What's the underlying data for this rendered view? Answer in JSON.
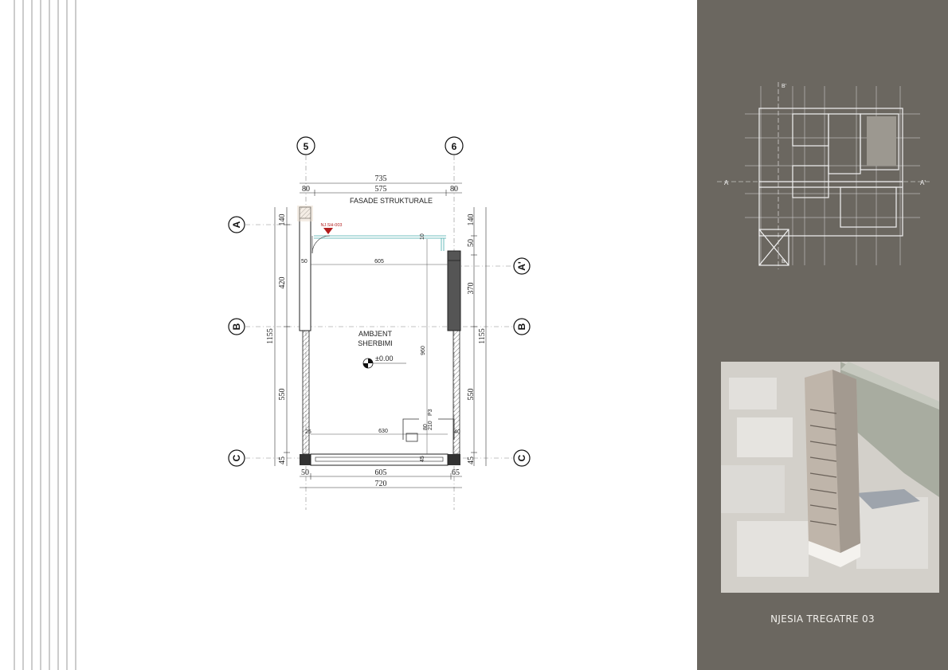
{
  "plan": {
    "grid_columns": [
      "5",
      "6"
    ],
    "grid_rows_left": [
      "A",
      "B",
      "C"
    ],
    "grid_rows_right": [
      "A'",
      "B",
      "C"
    ],
    "top_dims": {
      "total": "735",
      "left": "80",
      "middle": "575",
      "right": "80"
    },
    "facade_label": "FASADE STRUKTURALE",
    "left_dims": {
      "top": "140",
      "mid": "420",
      "total": "1155",
      "low": "550",
      "bottom": "45"
    },
    "right_dims": {
      "top": "140",
      "gap": "50",
      "mid": "370",
      "total": "1155",
      "low": "550",
      "bottom": "45"
    },
    "bottom_dims": {
      "left": "50",
      "middle": "605",
      "right": "65",
      "total": "720"
    },
    "inner_dims": {
      "top_width": "605",
      "lower_width": "630",
      "height": "960",
      "left_offset": "50",
      "small_left": "25",
      "small_right": "40",
      "top_small": "10",
      "door_w": "80",
      "door_h": "210",
      "door_tag": "P3",
      "bottom_small": "45"
    },
    "section_marker": "NJ.SH-003",
    "room_name_line1": "AMBJENT",
    "room_name_line2": "SHERBIMI",
    "level": "±0.00"
  },
  "keyplan": {
    "section_left": "A",
    "section_right": "A'",
    "section_top": "B'",
    "section_bottom": "B"
  },
  "panel": {
    "title": "NJESIA TREGATRE 03",
    "background": "#6b6760"
  }
}
